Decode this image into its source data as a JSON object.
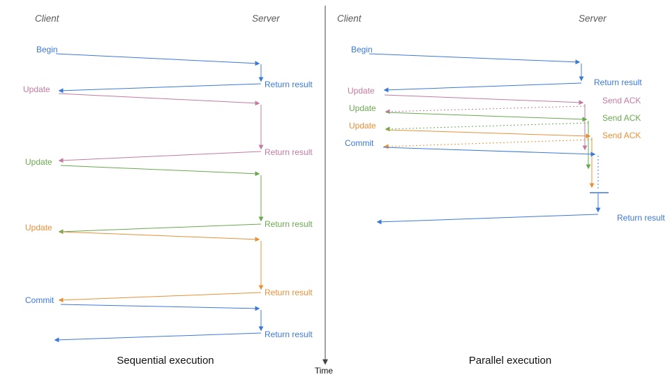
{
  "diagram": {
    "time_axis_label": "Time",
    "colors": {
      "blue": "#3c78d8",
      "pink": "#c27ba0",
      "green": "#6aa84f",
      "orange": "#e69138",
      "header": "#595959",
      "axis": "#444444"
    },
    "sequential": {
      "title": "Sequential execution",
      "client_header": "Client",
      "server_header": "Server",
      "messages": [
        {
          "label": "Begin",
          "response": "Return result"
        },
        {
          "label": "Update",
          "response": "Return result"
        },
        {
          "label": "Update",
          "response": "Return result"
        },
        {
          "label": "Update",
          "response": "Return result"
        },
        {
          "label": "Commit",
          "response": "Return result"
        }
      ]
    },
    "parallel": {
      "title": "Parallel execution",
      "client_header": "Client",
      "server_header": "Server",
      "messages": [
        {
          "label": "Begin",
          "response": "Return result"
        },
        {
          "label": "Update",
          "response": "Send ACK"
        },
        {
          "label": "Update",
          "response": "Send ACK"
        },
        {
          "label": "Update",
          "response": "Send ACK"
        },
        {
          "label": "Commit",
          "response": "Return result"
        }
      ]
    }
  }
}
